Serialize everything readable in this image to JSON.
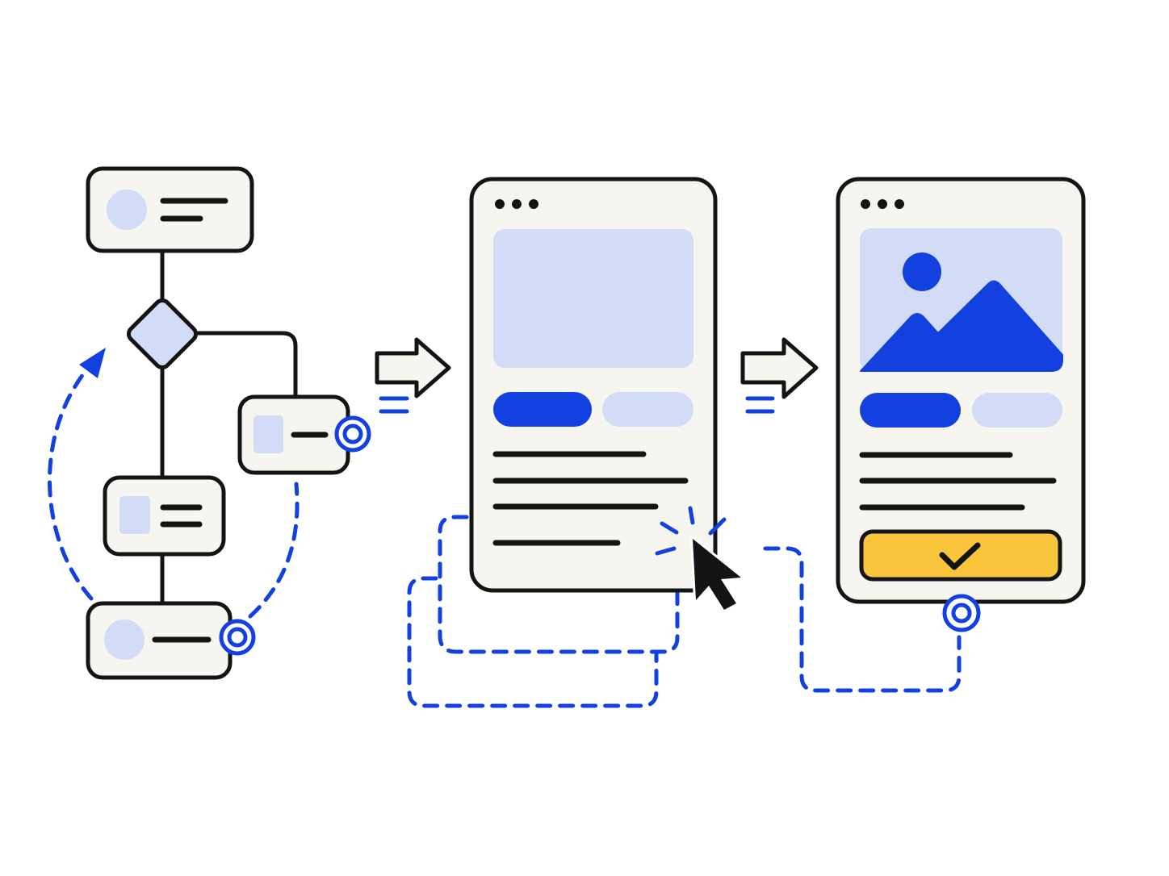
{
  "colors": {
    "ink": "#141414",
    "card_fill": "#f6f5f0",
    "accent_blue": "#1241e0",
    "light_blue": "#d3dcf7",
    "confirm_yellow": "#f8c53b",
    "background": "#ffffff"
  },
  "icons": {
    "flow_diagram": "flowchart-with-decision-node",
    "transition": "right-arrow-with-speed-lines",
    "connector": "concentric-ring-anchor",
    "pointer": "mouse-cursor-with-click-burst",
    "image_placeholder": "image-mountain-sun-icon",
    "confirm": "checkmark-icon"
  },
  "screens": {
    "draft": {
      "kind": "wireframe-screen",
      "window_dots": 3,
      "text_lines": 4
    },
    "final": {
      "kind": "finished-screen",
      "window_dots": 3,
      "text_lines": 3,
      "confirm_button": "checkmark"
    }
  }
}
